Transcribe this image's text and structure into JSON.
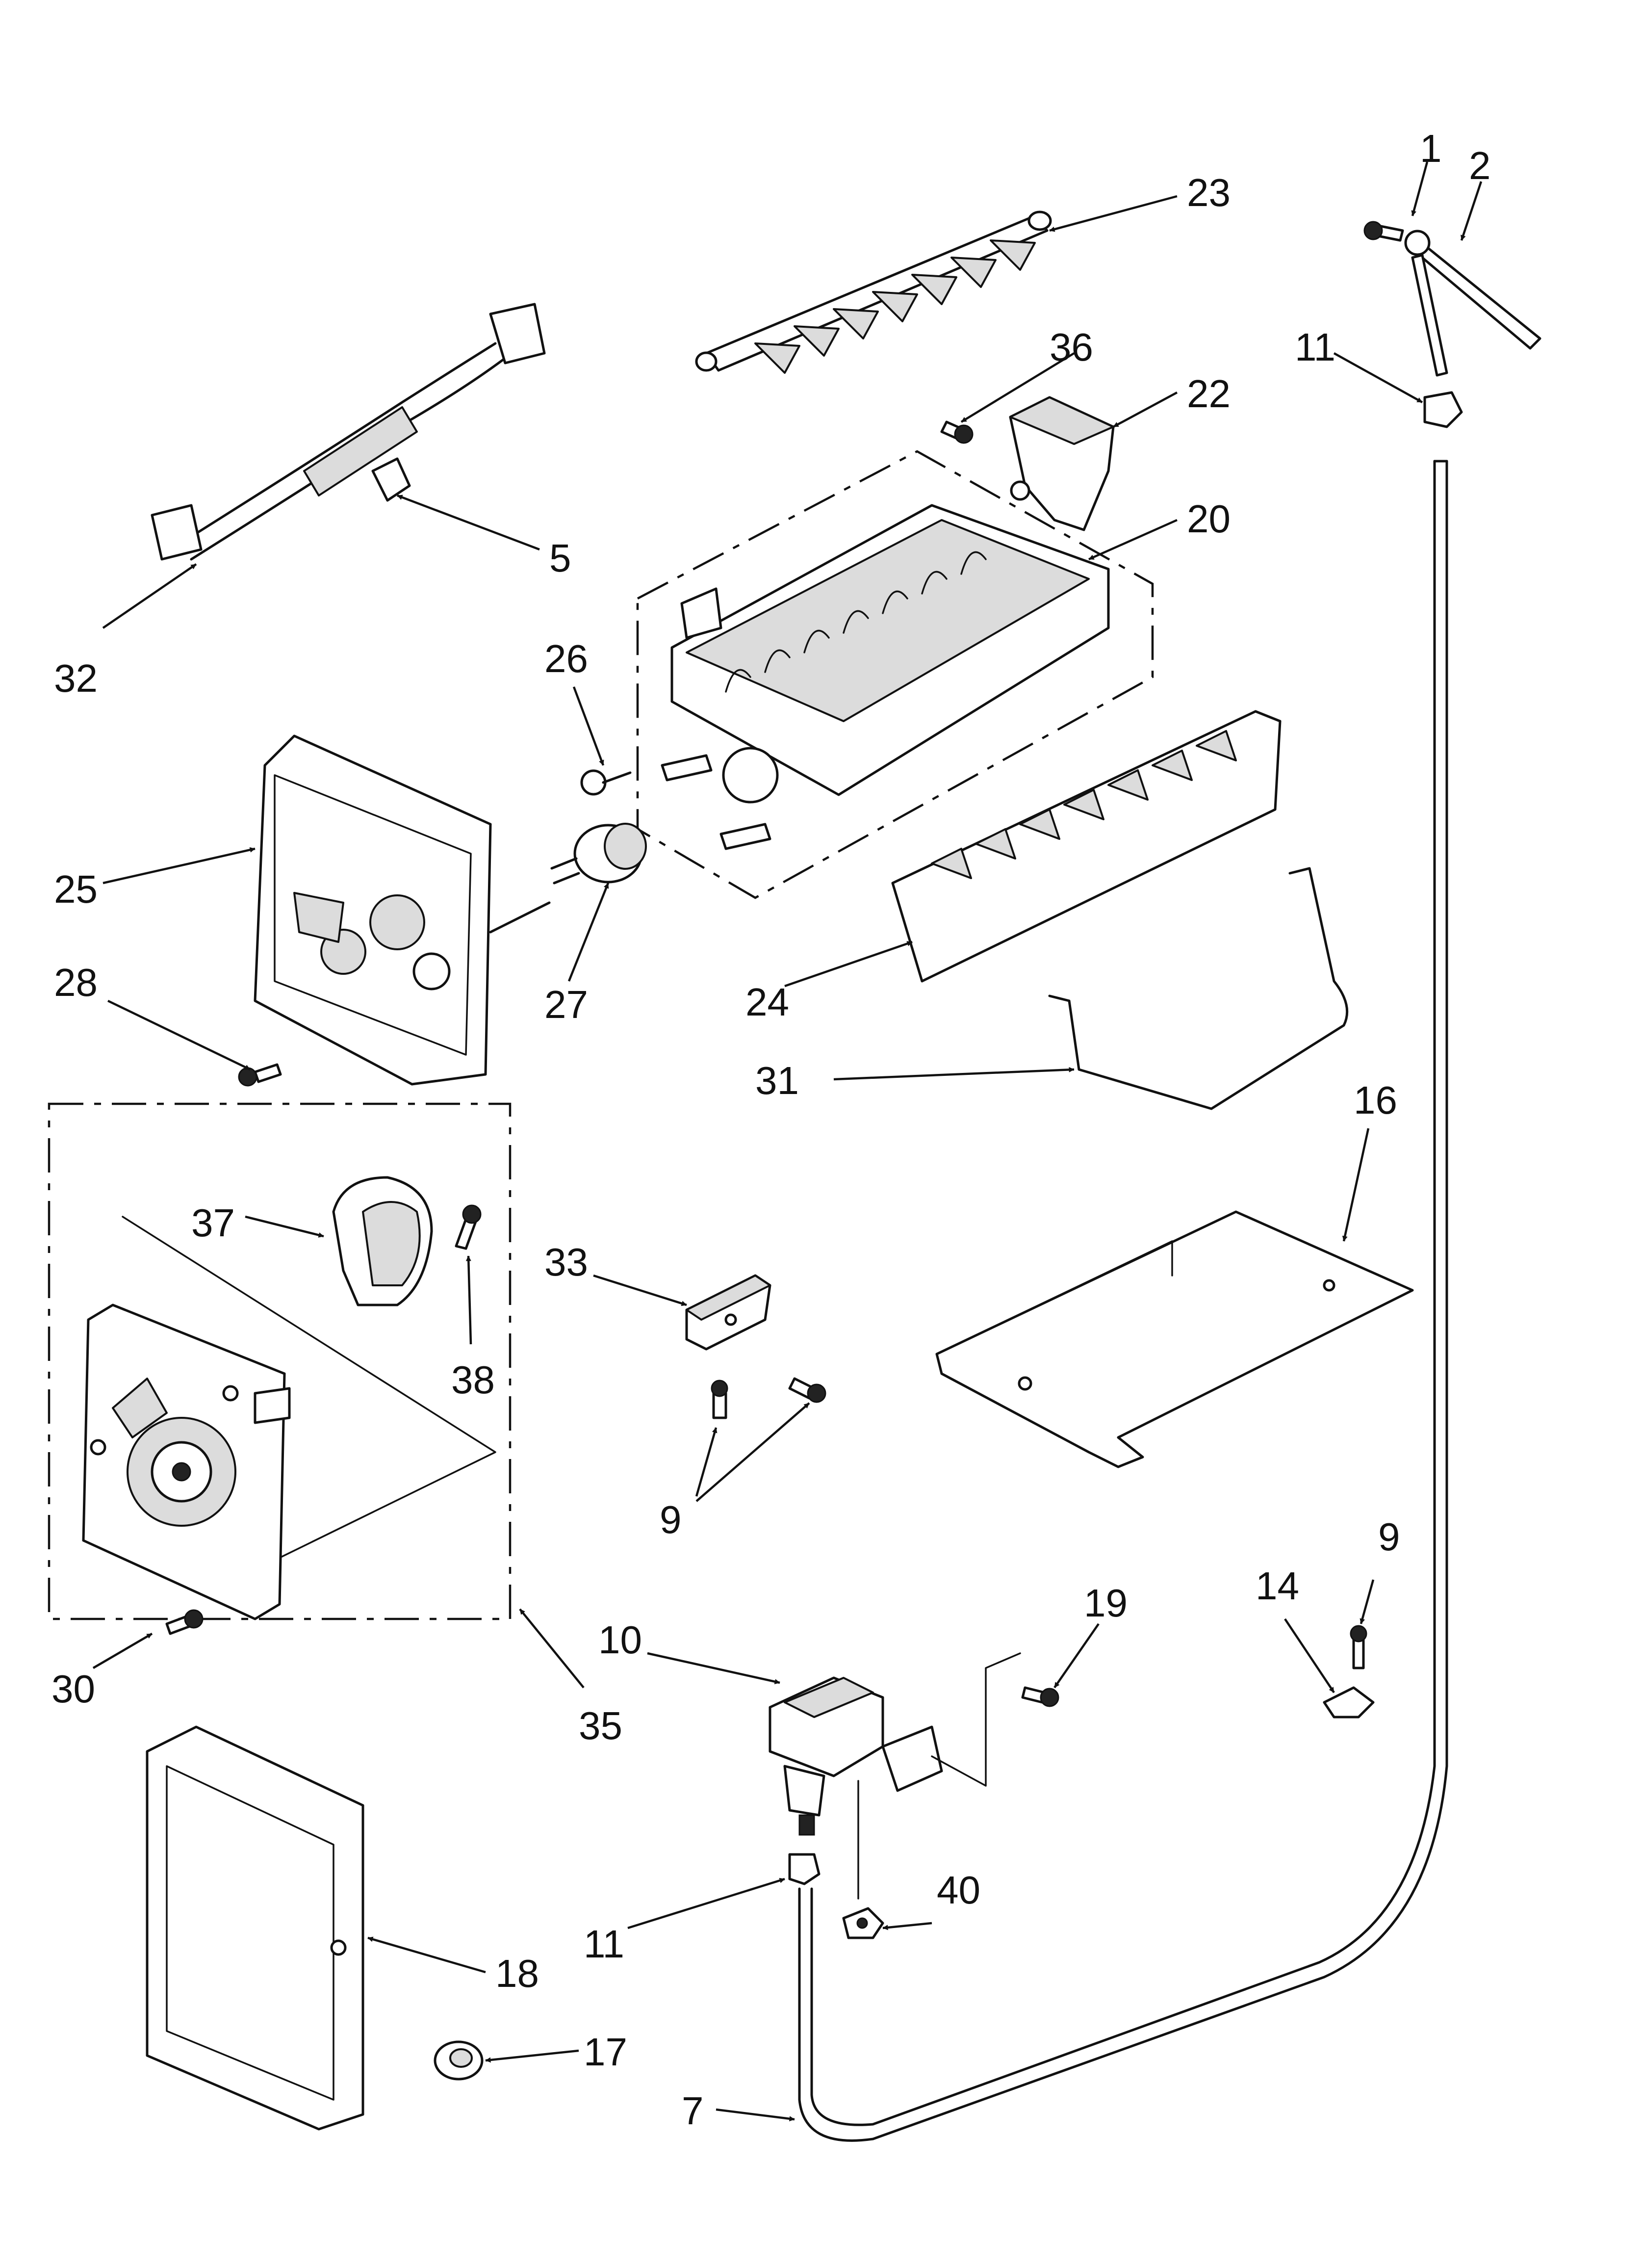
{
  "callouts": [
    "1",
    "2",
    "23",
    "36",
    "22",
    "11",
    "20",
    "5",
    "32",
    "26",
    "25",
    "27",
    "28",
    "24",
    "31",
    "16",
    "37",
    "38",
    "33",
    "9",
    "9",
    "30",
    "35",
    "10",
    "19",
    "14",
    "9",
    "11",
    "40",
    "18",
    "17",
    "7"
  ]
}
